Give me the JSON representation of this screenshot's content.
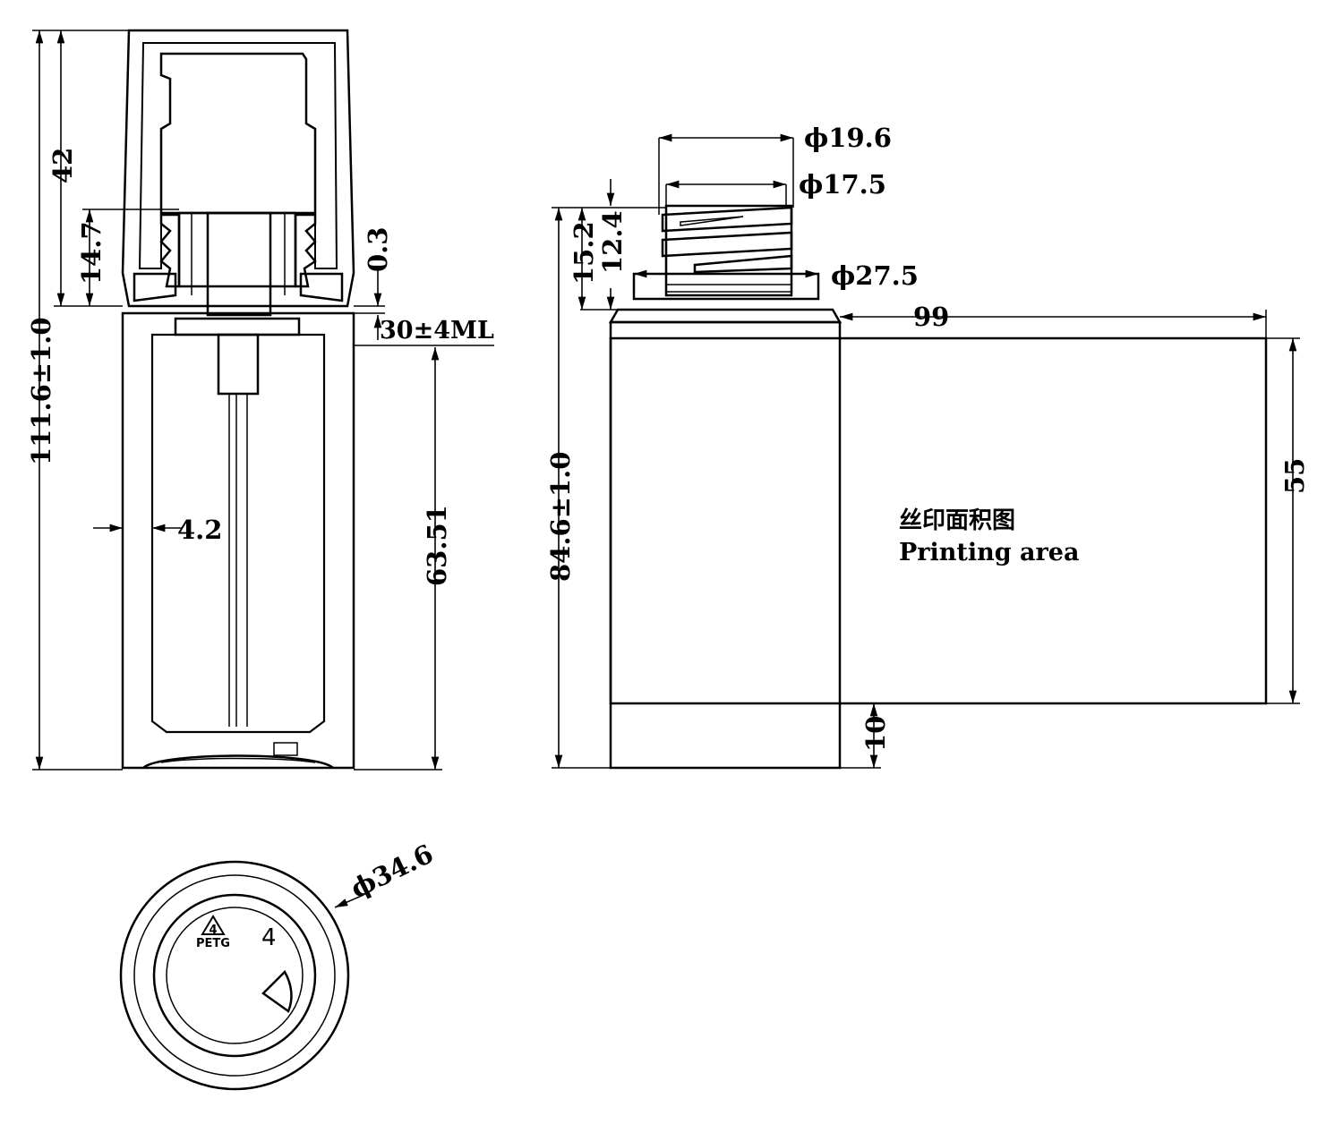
{
  "left_view": {
    "dim_total_height": "111.6±1.0",
    "dim_cap_height": "42",
    "dim_neck_height": "14.7",
    "dim_gap": "0.3",
    "dim_volume": "30±4ML",
    "dim_inner_height": "63.51",
    "dim_wall": "4.2"
  },
  "right_view": {
    "dim_outer_thread": "ϕ19.6",
    "dim_inner_thread": "ϕ17.5",
    "dim_flange": "ϕ27.5",
    "dim_neck_total": "15.2",
    "dim_thread_height": "12.4",
    "dim_body_height": "84.6±1.0",
    "dim_print_width": "99",
    "dim_print_height": "55",
    "dim_bottom_margin": "10",
    "print_label_cn": "丝印面积图",
    "print_label_en": "Printing area"
  },
  "bottom_view": {
    "dim_diameter": "ϕ34.6",
    "recycle_code": "PETG",
    "recycle_number": "4"
  }
}
